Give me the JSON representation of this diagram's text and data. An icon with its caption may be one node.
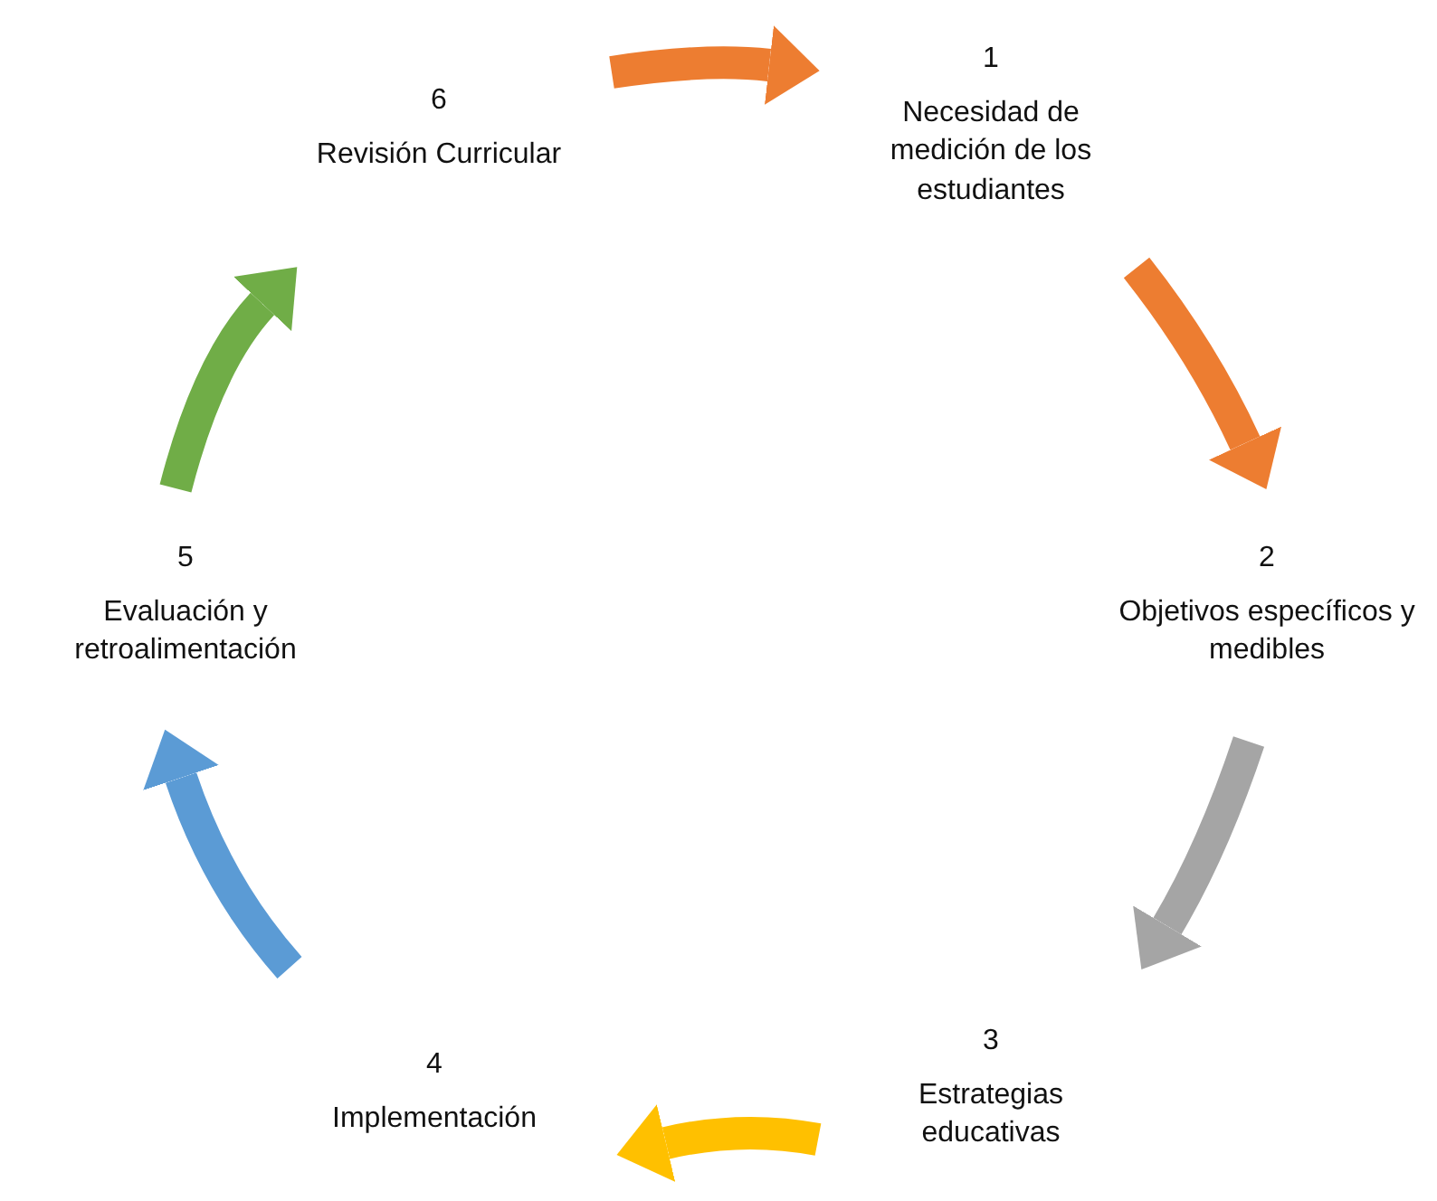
{
  "diagram": {
    "nodes": [
      {
        "text": [
          "1",
          "Necesidad de medición de los estudiantes"
        ]
      },
      {
        "text": [
          "2",
          "Objetivos específicos y medibles"
        ]
      },
      {
        "text": [
          "3",
          "Estrategias educativas"
        ]
      },
      {
        "text": [
          "4",
          "Implementación"
        ]
      },
      {
        "text": [
          "5",
          "Evaluación y retroalimentación"
        ]
      },
      {
        "text": [
          "6",
          "Revisión Curricular"
        ]
      }
    ],
    "edges": [
      {
        "from": 0,
        "to": 1,
        "arrow": "to",
        "color": "#ed7d31"
      },
      {
        "from": 1,
        "to": 2,
        "arrow": "to",
        "color": "#a5a5a5"
      },
      {
        "from": 2,
        "to": 3,
        "arrow": "to",
        "color": "#ffc000"
      },
      {
        "from": 3,
        "to": 4,
        "arrow": "to",
        "color": "#5b9bd5"
      },
      {
        "from": 4,
        "to": 5,
        "arrow": "to",
        "color": "#70ad47"
      },
      {
        "from": 5,
        "to": 0,
        "arrow": "to",
        "color": "#ed7d31"
      }
    ]
  }
}
